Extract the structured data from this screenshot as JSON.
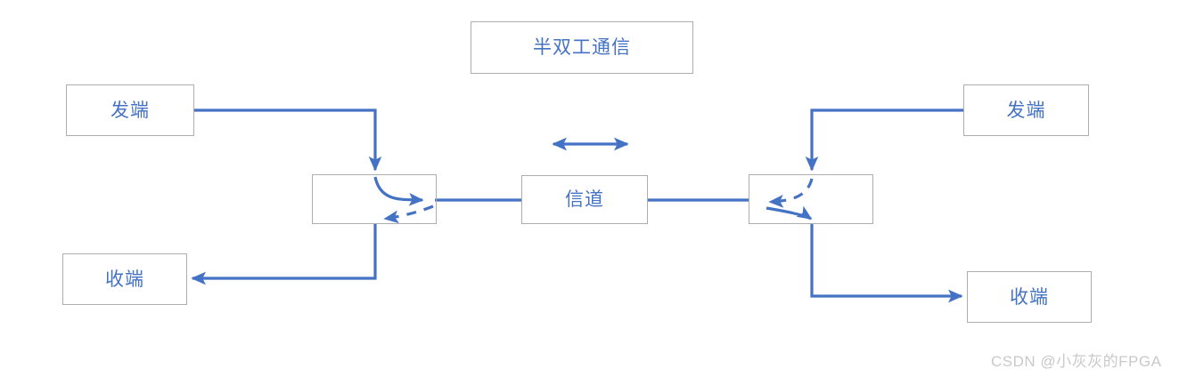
{
  "diagram": {
    "title": "半双工通信",
    "watermark": "CSDN @小灰灰的FPGA",
    "colors": {
      "line": "#4472C4",
      "text": "#4472C4",
      "box_border": "#ADADAD",
      "watermark": "#C9C9C9",
      "background": "#FFFFFF"
    },
    "nodes": {
      "title_box": "半双工通信",
      "transmitter_left": "发端",
      "transmitter_right": "发端",
      "receiver_left": "收端",
      "receiver_right": "收端",
      "channel": "信道",
      "switch_left": "",
      "switch_right": ""
    },
    "connections": [
      {
        "name": "left-transmit-path",
        "from": "transmitter_left",
        "to": "switch_left",
        "style": "solid",
        "arrow": "end"
      },
      {
        "name": "left-switch-to-channel",
        "from": "switch_left",
        "to": "channel",
        "style": "solid",
        "arrow": "end"
      },
      {
        "name": "left-switch-to-receiver",
        "from": "switch_left",
        "to": "receiver_left",
        "style": "dashed-then-solid",
        "arrow": "end"
      },
      {
        "name": "right-transmit-path",
        "from": "transmitter_right",
        "to": "switch_right",
        "style": "solid",
        "arrow": "end"
      },
      {
        "name": "right-switch-to-channel",
        "from": "switch_right",
        "to": "channel",
        "style": "dashed",
        "arrow": "end"
      },
      {
        "name": "right-switch-to-receiver",
        "from": "switch_right",
        "to": "receiver_right",
        "style": "solid",
        "arrow": "end"
      },
      {
        "name": "channel-bidirectional-indicator",
        "from": "channel",
        "to": "channel",
        "style": "solid",
        "arrow": "both"
      }
    ]
  }
}
